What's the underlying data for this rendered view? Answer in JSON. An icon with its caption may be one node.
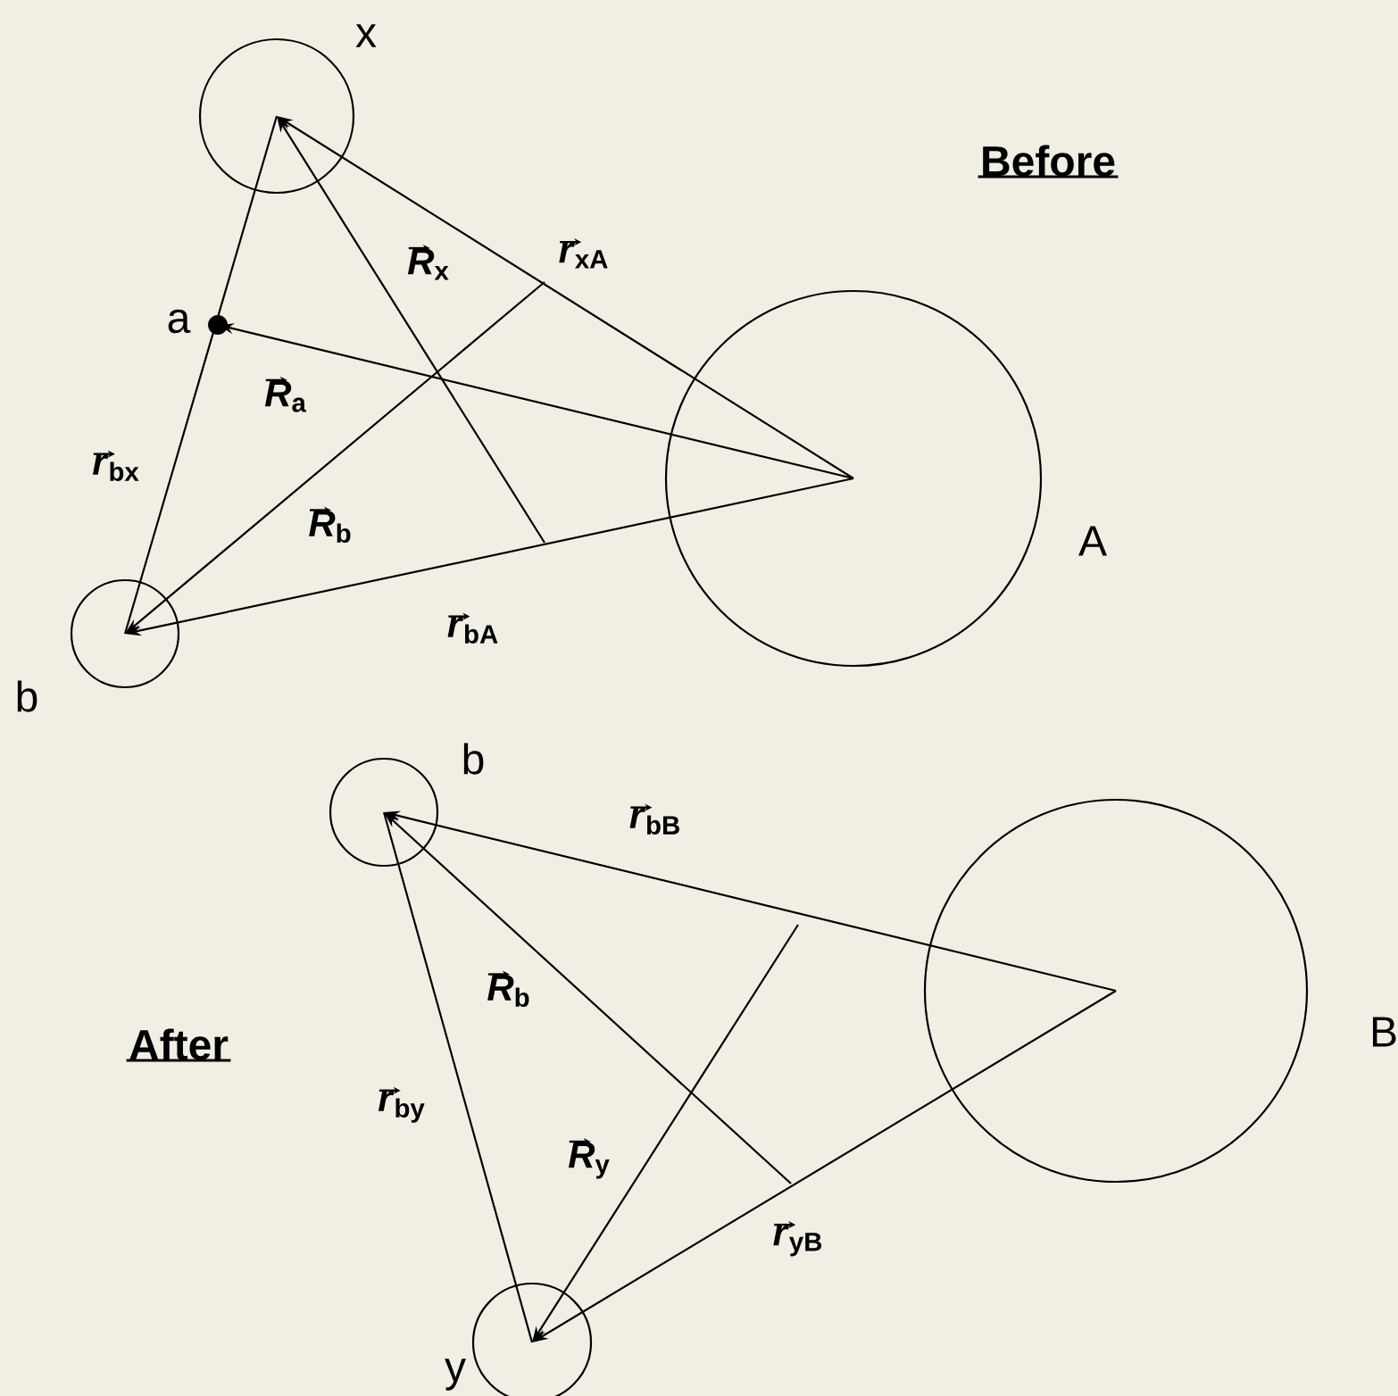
{
  "diagram": {
    "nodes": [
      {
        "text": [
          "x"
        ]
      },
      {
        "text": [
          "a"
        ]
      },
      {
        "text": [
          "A"
        ]
      },
      {
        "text": [
          "b"
        ]
      },
      {
        "text": [
          "b"
        ]
      },
      {
        "text": [
          "B"
        ]
      },
      {
        "text": [
          "y"
        ]
      }
    ],
    "edges": [
      {
        "from": 3,
        "to": 0,
        "arrow": "none",
        "label": "*r*$_{bx}$"
      },
      {
        "from": null,
        "to": 0,
        "arrow": "to",
        "label": "*R*$_{x}$"
      },
      {
        "from": 2,
        "to": 0,
        "arrow": "to",
        "label": "*r*$_{xA}$"
      },
      {
        "from": 2,
        "to": 1,
        "arrow": "to",
        "label": "*R*$_{a}$"
      },
      {
        "from": null,
        "to": 3,
        "arrow": "to",
        "label": "*R*$_{b}$"
      },
      {
        "from": 2,
        "to": 3,
        "arrow": "to",
        "label": "*r*$_{bA}$"
      },
      {
        "from": 5,
        "to": 4,
        "arrow": "to",
        "label": "*r*$_{bB}$"
      },
      {
        "from": null,
        "to": 4,
        "arrow": "to",
        "label": "*R*$_{b}$"
      },
      {
        "from": 6,
        "to": 4,
        "arrow": "none",
        "label": "*r*$_{by}$"
      },
      {
        "from": null,
        "to": 6,
        "arrow": "to",
        "label": "*R*$_{y}$"
      },
      {
        "from": 5,
        "to": 6,
        "arrow": "to",
        "label": "*r*$_{yB}$"
      }
    ],
    "labels": [
      "Before",
      "After"
    ]
  }
}
